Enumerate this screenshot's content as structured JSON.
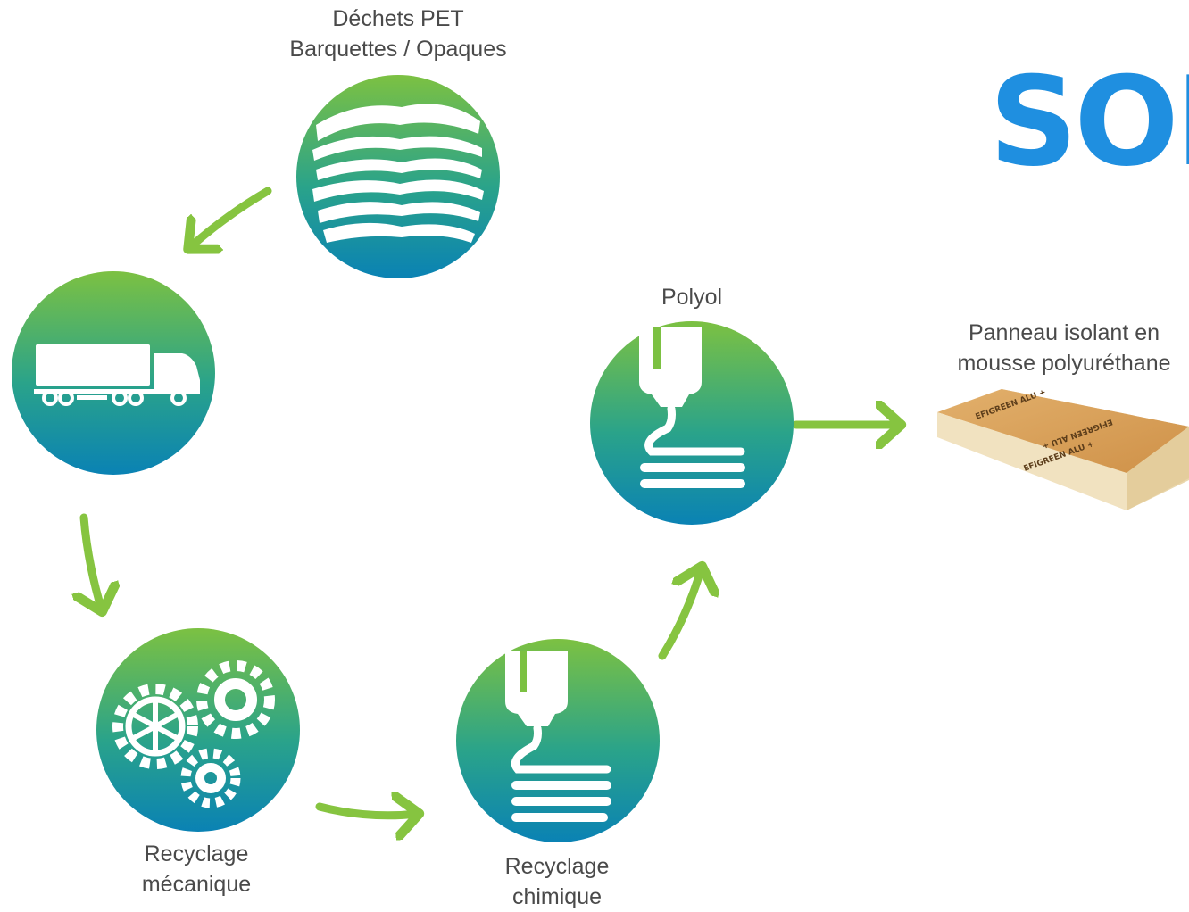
{
  "nodes": {
    "waste": {
      "line1": "Déchets PET",
      "line2": "Barquettes / Opaques"
    },
    "mechanical": {
      "line1": "Recyclage",
      "line2": "mécanique"
    },
    "chemical": {
      "line1": "Recyclage",
      "line2": "chimique"
    },
    "polyol": {
      "line1": "Polyol"
    },
    "panel": {
      "line1": "Panneau isolant en",
      "line2": "mousse polyuréthane",
      "print1": "EFIGREEN ALU +",
      "print2": "EFIGREEN ALU +",
      "print3": "EFIGREEN ALU +"
    }
  },
  "logo": {
    "text": "SOI"
  },
  "icons": [
    "stack-of-sheets-icon",
    "truck-icon",
    "gears-icon",
    "extrusion-nozzle-icon",
    "extrusion-nozzle-icon"
  ],
  "colors": {
    "circle_top": "#7cc142",
    "circle_bottom": "#0b86b0",
    "arrow": "#86c440",
    "logo": "#1f8fe0",
    "panel_top": "#d9a15c"
  }
}
